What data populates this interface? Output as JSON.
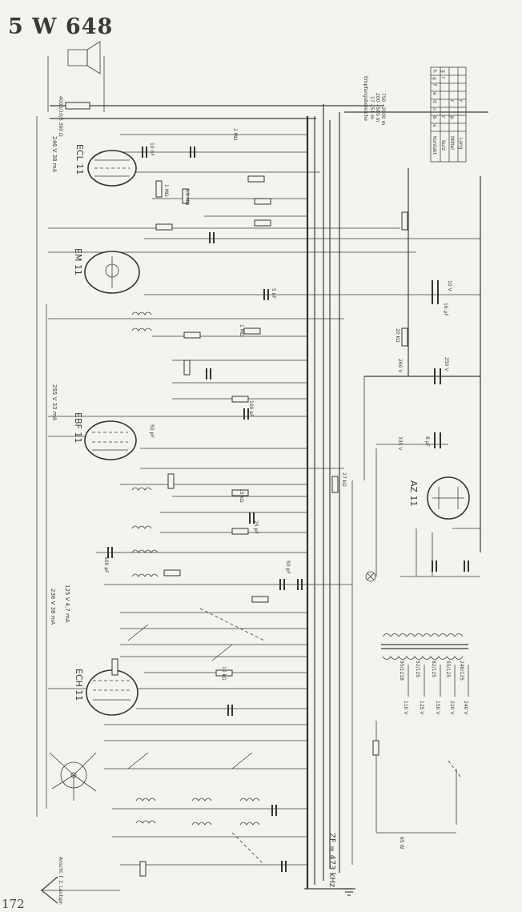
{
  "header": {
    "model": "5 W 648",
    "page_number": "172"
  },
  "tubes": {
    "output": "ECL 11",
    "indicator": "EM 11",
    "if_amp": "EBF 11",
    "mixer": "ECH 11",
    "rectifier": "AZ 11"
  },
  "notes": {
    "if_frequency": "ZF = 473 kHz",
    "extension_speaker": "Anschl. f. 2. Lautspr.",
    "frequency_ranges": [
      "Empfangsbereiche",
      "17 - 51 m",
      "200 - 580 m",
      "750 - 2000 m"
    ],
    "output_voltage": "246 V 38 mA",
    "ebf_voltage": "255 V 33 mA",
    "ech_voltage": "236 V 38 mA",
    "ech_screen": "125 V 4,7 mA",
    "speaker_spec": "4000/10/6 360 Ω"
  },
  "switch_table": {
    "header": [
      "Kontakt",
      "a",
      "b",
      "c",
      "d",
      "e",
      "f",
      "g",
      "h"
    ],
    "rows": [
      {
        "label": "Kurz",
        "marks": [
          "",
          "r",
          "",
          "",
          "",
          "",
          "r",
          "g"
        ]
      },
      {
        "label": "Mittel",
        "marks": [
          "",
          "p",
          "",
          "r",
          "",
          "",
          "",
          ""
        ]
      },
      {
        "label": "Lang",
        "marks": [
          "",
          "",
          "",
          "r",
          "",
          "",
          "",
          ""
        ]
      }
    ]
  },
  "component_labels": [
    "10 nF",
    "2 MΩ",
    "1 MΩ",
    "5 nF",
    "25 pF",
    "100 pF",
    "50 pF",
    "15 kΩ",
    "20 kΩ",
    "0,5 MΩ",
    "8 µF",
    "16 µF",
    "10 V",
    "250 V",
    "260 V",
    "335 V",
    "500 pF",
    "50 pF",
    "27 kΩ",
    "1 MΩ",
    "10 kΩ"
  ],
  "transformer_taps": [
    "110 V",
    "125 V",
    "150 V",
    "220 V",
    "240 V"
  ],
  "transformer_windings": [
    "95/1218",
    "52/125",
    "82/125",
    "55/125",
    "248/125"
  ],
  "power_rating": "65 W"
}
